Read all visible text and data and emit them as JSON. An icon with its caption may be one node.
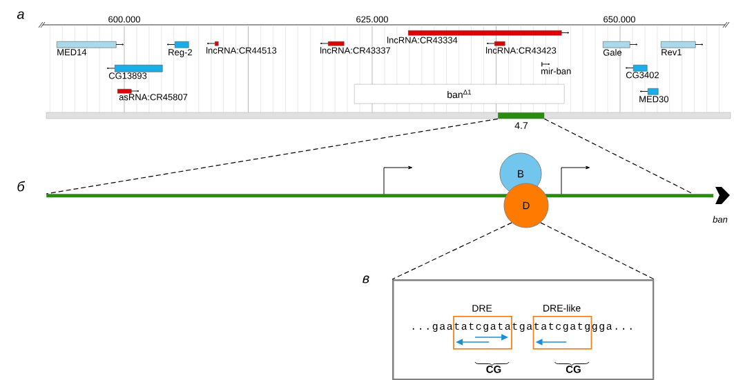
{
  "diagram": {
    "nodes": [
      {
        "text": [
          "lncRNA:CR43334"
        ]
      },
      {
        "text": [
          "MED14"
        ]
      },
      {
        "text": [
          "Reg-2"
        ]
      },
      {
        "text": [
          "lncRNA:CR44513"
        ]
      },
      {
        "text": [
          "lncRNA:CR43337"
        ]
      },
      {
        "text": [
          "lncRNA:CR43423"
        ]
      },
      {
        "text": [
          "Gale"
        ]
      },
      {
        "text": [
          "Rev1"
        ]
      },
      {
        "text": [
          "CG13893"
        ]
      },
      {
        "text": [
          "mir-ban"
        ]
      },
      {
        "text": [
          "CG3402"
        ]
      },
      {
        "text": [
          "ban$^{Δ1}$"
        ]
      },
      {
        "text": [
          "asRNA:CR45807"
        ]
      },
      {
        "text": [
          "MED30"
        ]
      },
      {
        "text": [
          "4.7"
        ]
      },
      {
        "text": [],
        "shape": "bar"
      },
      {
        "text": [
          "B"
        ]
      },
      {
        "text": [
          "D"
        ]
      },
      {
        "text": [],
        "shape": "box"
      },
      {
        "text": [
          "DRE"
        ],
        "in": 18
      },
      {
        "text": [
          "DRE-like"
        ],
        "in": 18
      }
    ],
    "edges": [
      {
        "from": 14,
        "to": 15,
        "arrow": "none",
        "style": "dashed"
      },
      {
        "from": 14,
        "to": 15,
        "arrow": "none",
        "style": "dashed"
      },
      {
        "from": 17,
        "to": 18,
        "arrow": "none",
        "style": "dashed"
      },
      {
        "from": 17,
        "to": 18,
        "arrow": "none",
        "style": "dashed"
      }
    ],
    "labels": [
      "а",
      "600.000",
      "625.000",
      "650.000",
      "б",
      "ban",
      "в",
      "...gaatatcgatatgatatcgatggga...",
      "CG",
      "CG"
    ]
  }
}
